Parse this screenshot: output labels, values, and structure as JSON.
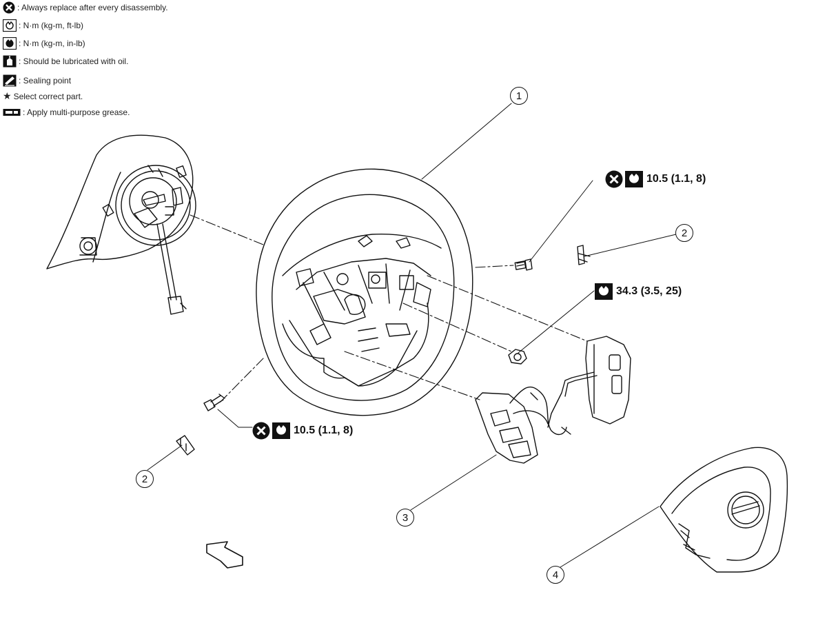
{
  "legend": {
    "items": [
      {
        "icon": "replace-icon",
        "text": ": Always replace after every disassembly."
      },
      {
        "icon": "torque-ft-lb-icon",
        "text": ": N·m (kg-m, ft-lb)"
      },
      {
        "icon": "torque-in-lb-icon",
        "text": ": N·m (kg-m, in-lb)"
      },
      {
        "icon": "oil-can-icon",
        "text": ": Should be lubricated with oil."
      },
      {
        "icon": "sealing-point-icon",
        "text": ": Sealing point"
      },
      {
        "icon": "star-icon",
        "text": "Select correct part."
      },
      {
        "icon": "grease-tube-icon",
        "text": ": Apply multi-purpose grease."
      }
    ]
  },
  "callouts": {
    "upper_bolt": "10.5 (1.1, 8)",
    "nut": "34.3 (3.5, 25)",
    "lower_bolt": "10.5 (1.1, 8)"
  },
  "part_numbers": {
    "steering_wheel": "1",
    "clip_right": "2",
    "clip_left": "2",
    "switch_assembly": "3",
    "air_bag_module": "4"
  },
  "colors": {
    "line": "#111111",
    "background": "#ffffff"
  }
}
